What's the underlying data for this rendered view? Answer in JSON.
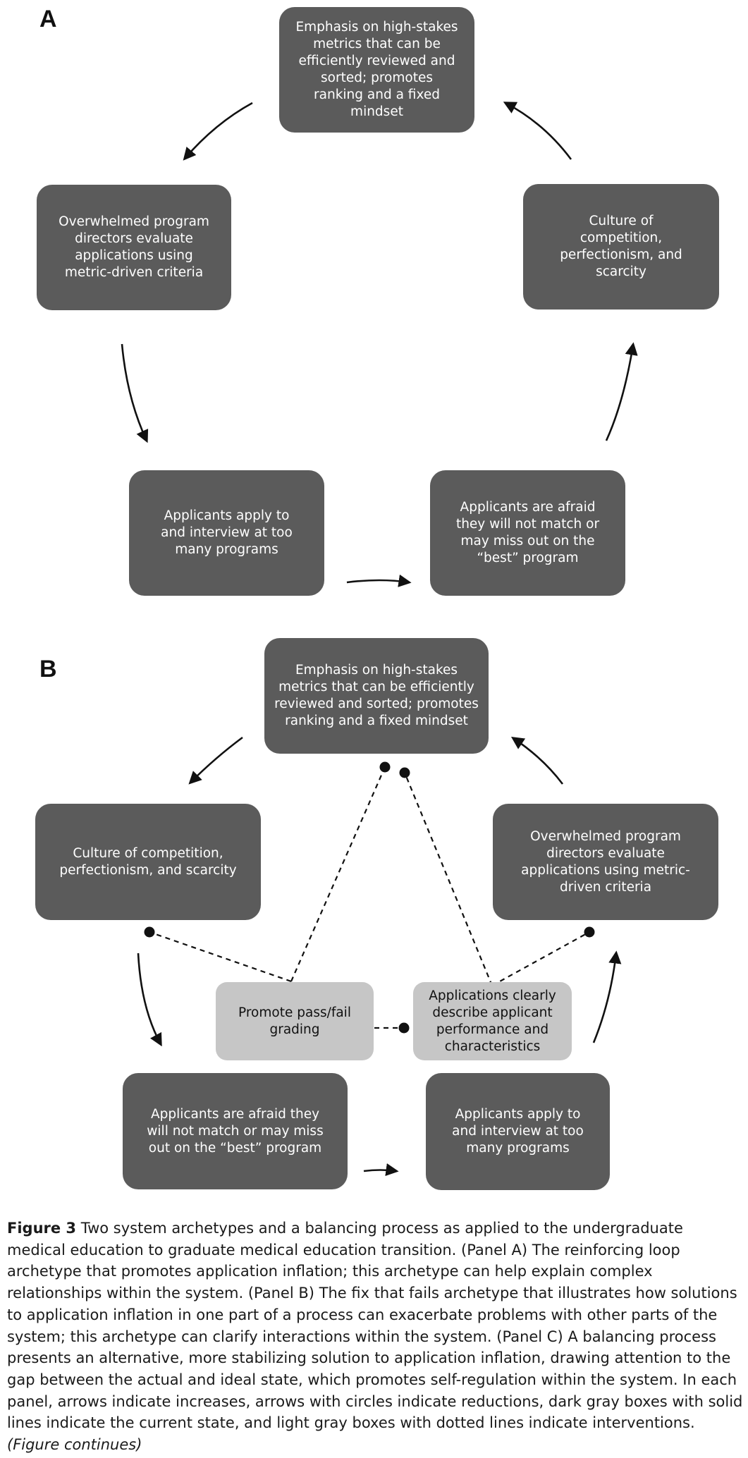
{
  "panel_a": {
    "label": "A",
    "boxes": {
      "emphasis": "Emphasis on high-stakes metrics that can be efficiently reviewed and sorted; promotes ranking and a fixed mindset",
      "overwhelmed": "Overwhelmed program directors evaluate applications using metric-driven criteria",
      "culture": "Culture of competition, perfectionism, and scarcity",
      "apply": "Applicants apply to and interview at too many programs",
      "afraid": "Applicants are afraid they will not match or may miss out on the “best” program"
    }
  },
  "panel_b": {
    "label": "B",
    "boxes": {
      "emphasis": "Emphasis on high-stakes metrics that can be efficiently reviewed and sorted; promotes ranking and a fixed mindset",
      "culture": "Culture of competition, perfectionism, and scarcity",
      "overwhelmed": "Overwhelmed program directors evaluate applications using metric-driven criteria",
      "passfail": "Promote pass/fail grading",
      "describe": "Applications clearly describe applicant performance and characteristics",
      "afraid": "Applicants are afraid they will not match or may miss out on the “best” program",
      "apply": "Applicants apply to and interview at too many programs"
    }
  },
  "caption": {
    "label": "Figure 3",
    "text": " Two system archetypes and a balancing process as applied to the undergraduate medical education to graduate medical education transition. (Panel A) The reinforcing loop archetype that promotes application inflation; this archetype can help explain complex relationships within the system. (Panel B) The fix that fails archetype that illustrates how solutions to application inflation in one part of a process can exacerbate problems with other parts of the system; this archetype can clarify interactions within the system. (Panel C) A balancing process presents an alternative, more stabilizing solution to application inflation, drawing attention to the gap between the actual and ideal state, which promotes self-regulation within the system. In each panel, arrows indicate increases, arrows with circles indicate reductions, dark gray boxes with solid lines indicate the current state, and light gray boxes with dotted lines indicate interventions.",
    "continues": "(Figure continues)"
  },
  "colors": {
    "dark_box": "#5b5b5b",
    "light_box": "#c6c6c6",
    "arrow": "#111111"
  }
}
